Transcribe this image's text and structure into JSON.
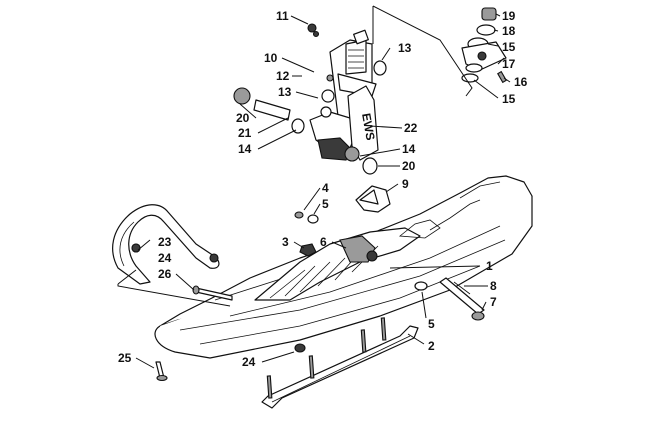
{
  "callouts": [
    {
      "id": "c11",
      "text": "11"
    },
    {
      "id": "c10",
      "text": "10"
    },
    {
      "id": "c12",
      "text": "12"
    },
    {
      "id": "c13a",
      "text": "13"
    },
    {
      "id": "c13b",
      "text": "13"
    },
    {
      "id": "c20a",
      "text": "20"
    },
    {
      "id": "c21",
      "text": "21"
    },
    {
      "id": "c14a",
      "text": "14"
    },
    {
      "id": "c22",
      "text": "22"
    },
    {
      "id": "c14b",
      "text": "14"
    },
    {
      "id": "c20b",
      "text": "20"
    },
    {
      "id": "c19",
      "text": "19"
    },
    {
      "id": "c18",
      "text": "18"
    },
    {
      "id": "c15a",
      "text": "15"
    },
    {
      "id": "c17",
      "text": "17"
    },
    {
      "id": "c16",
      "text": "16"
    },
    {
      "id": "c15b",
      "text": "15"
    },
    {
      "id": "c4",
      "text": "4"
    },
    {
      "id": "c5a",
      "text": "5"
    },
    {
      "id": "c9",
      "text": "9"
    },
    {
      "id": "c3",
      "text": "3"
    },
    {
      "id": "c6",
      "text": "6"
    },
    {
      "id": "c1",
      "text": "1"
    },
    {
      "id": "c23",
      "text": "23"
    },
    {
      "id": "c24a",
      "text": "24"
    },
    {
      "id": "c26",
      "text": "26"
    },
    {
      "id": "c8",
      "text": "8"
    },
    {
      "id": "c7",
      "text": "7"
    },
    {
      "id": "c5b",
      "text": "5"
    },
    {
      "id": "c2",
      "text": "2"
    },
    {
      "id": "c25",
      "text": "25"
    },
    {
      "id": "c24b",
      "text": "24"
    }
  ],
  "logo_text": "EWS"
}
